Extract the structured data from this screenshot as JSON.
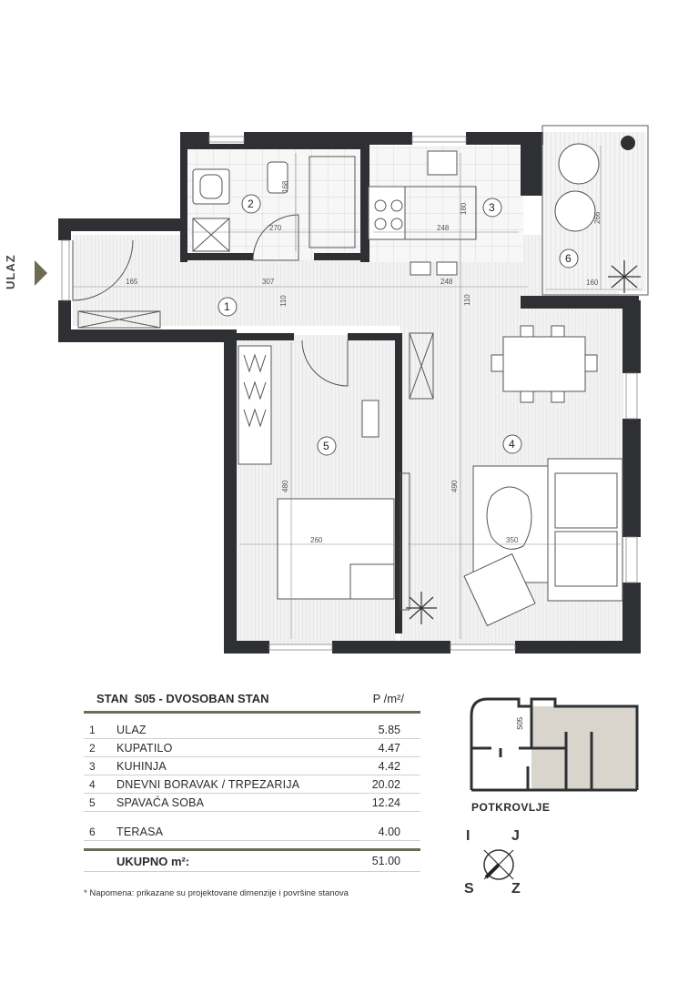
{
  "entrance_label": "ULAZ",
  "floorplan": {
    "room_numbers": [
      "1",
      "2",
      "3",
      "4",
      "5",
      "6"
    ],
    "dimensions": {
      "d165": "165",
      "d307": "307",
      "d110a": "110",
      "d248a": "248",
      "d110b": "110",
      "d168": "168",
      "d270": "270",
      "d180": "180",
      "d248b": "248",
      "d266": "266",
      "d160": "160",
      "d480": "480",
      "d260": "260",
      "d490": "490",
      "d350": "350"
    }
  },
  "table": {
    "title": "STAN  S05 - DVOSOBAN STAN",
    "unit": "P /m²/",
    "rows": [
      {
        "n": "1",
        "name": "ULAZ",
        "value": "5.85"
      },
      {
        "n": "2",
        "name": "KUPATILO",
        "value": "4.47"
      },
      {
        "n": "3",
        "name": "KUHINJA",
        "value": "4.42"
      },
      {
        "n": "4",
        "name": "DNEVNI BORAVAK / TRPEZARIJA",
        "value": "20.02"
      },
      {
        "n": "5",
        "name": "SPAVAĆA SOBA",
        "value": "12.24"
      }
    ],
    "extra_row": {
      "n": "6",
      "name": "TERASA",
      "value": "4.00"
    },
    "total_label": "UKUPNO m²:",
    "total_value": "51.00"
  },
  "note": "* Napomena: prikazane su projektovane dimenzije i površine stanova",
  "mini_map": {
    "unit_tag": "S05",
    "floor_label": "POTKROVLJE"
  },
  "compass": {
    "n": "I",
    "e": "J",
    "s": "S",
    "w": "Z"
  },
  "colors": {
    "wall": "#2f3033",
    "accent": "#6d6a55",
    "highlight": "#d9d5cc",
    "floor": "#ececec"
  }
}
